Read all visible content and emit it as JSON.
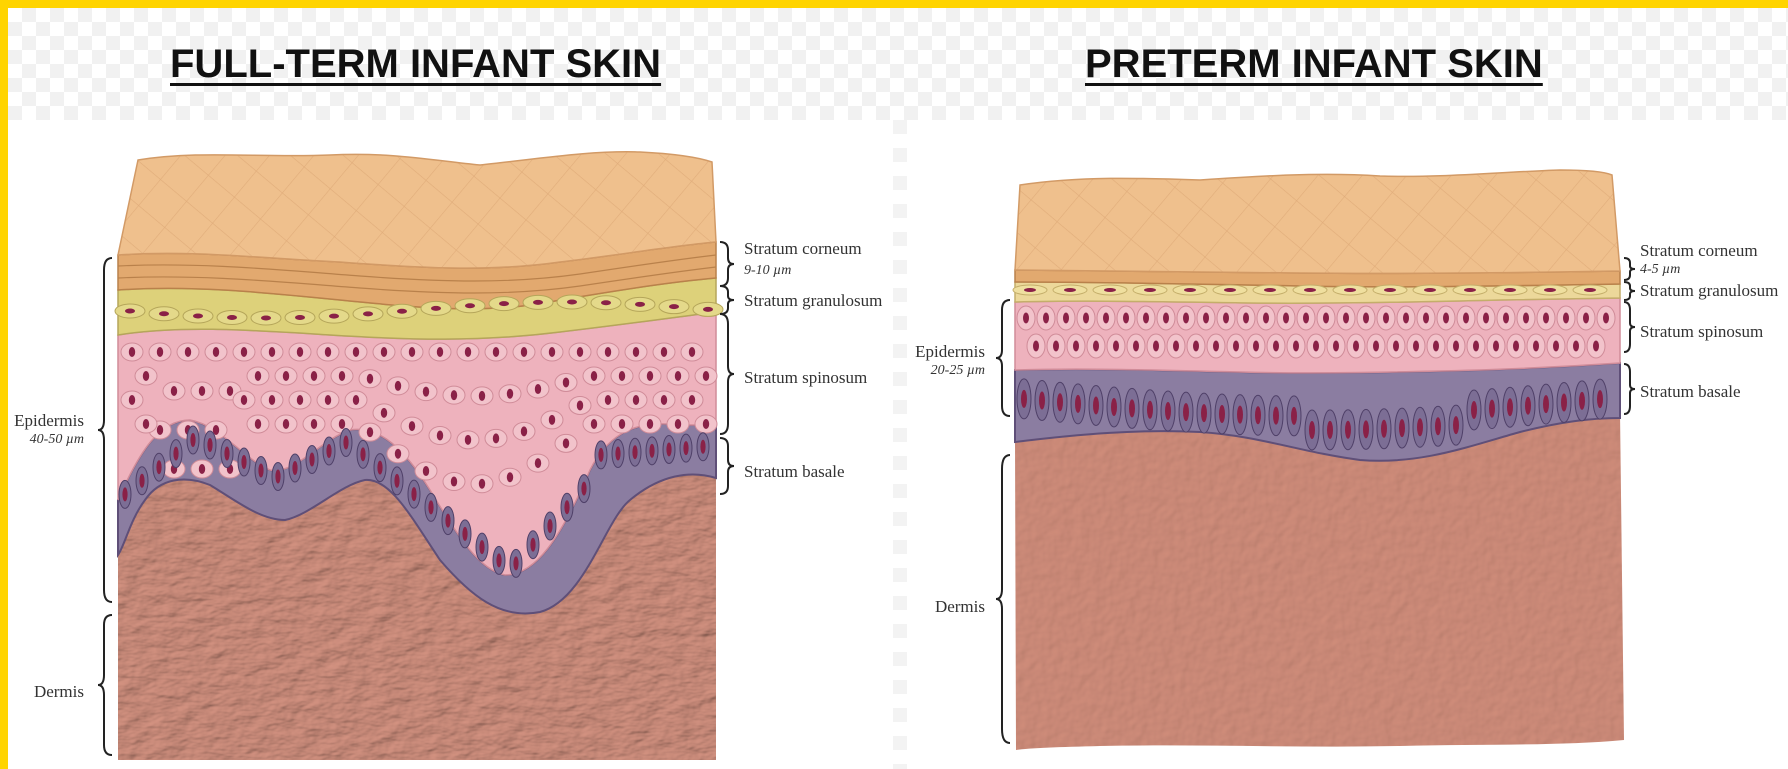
{
  "panels": {
    "left": {
      "title": "FULL-TERM INFANT SKIN",
      "labels": {
        "stratum_corneum": "Stratum corneum",
        "corneum_thickness": "9-10 µm",
        "stratum_granulosum": "Stratum granulosum",
        "stratum_spinosum": "Stratum spinosum",
        "stratum_basale": "Stratum basale",
        "epidermis": "Epidermis",
        "epidermis_thickness": "40-50 µm",
        "dermis": "Dermis"
      }
    },
    "right": {
      "title": "PRETERM INFANT SKIN",
      "labels": {
        "stratum_corneum": "Stratum corneum",
        "corneum_thickness": "4-5 µm",
        "stratum_granulosum": "Stratum granulosum",
        "stratum_spinosum": "Stratum spinosum",
        "stratum_basale": "Stratum basale",
        "epidermis": "Epidermis",
        "epidermis_thickness": "20-25 µm",
        "dermis": "Dermis"
      }
    }
  },
  "colors": {
    "border": "#ffd400",
    "corneum_surface": "#efc08d",
    "granulosum": "#ddd17a",
    "spinosum": "#eeb2bd",
    "basale": "#8b7da1",
    "nucleus": "#8a2147",
    "dermis": "#cf8a78"
  }
}
